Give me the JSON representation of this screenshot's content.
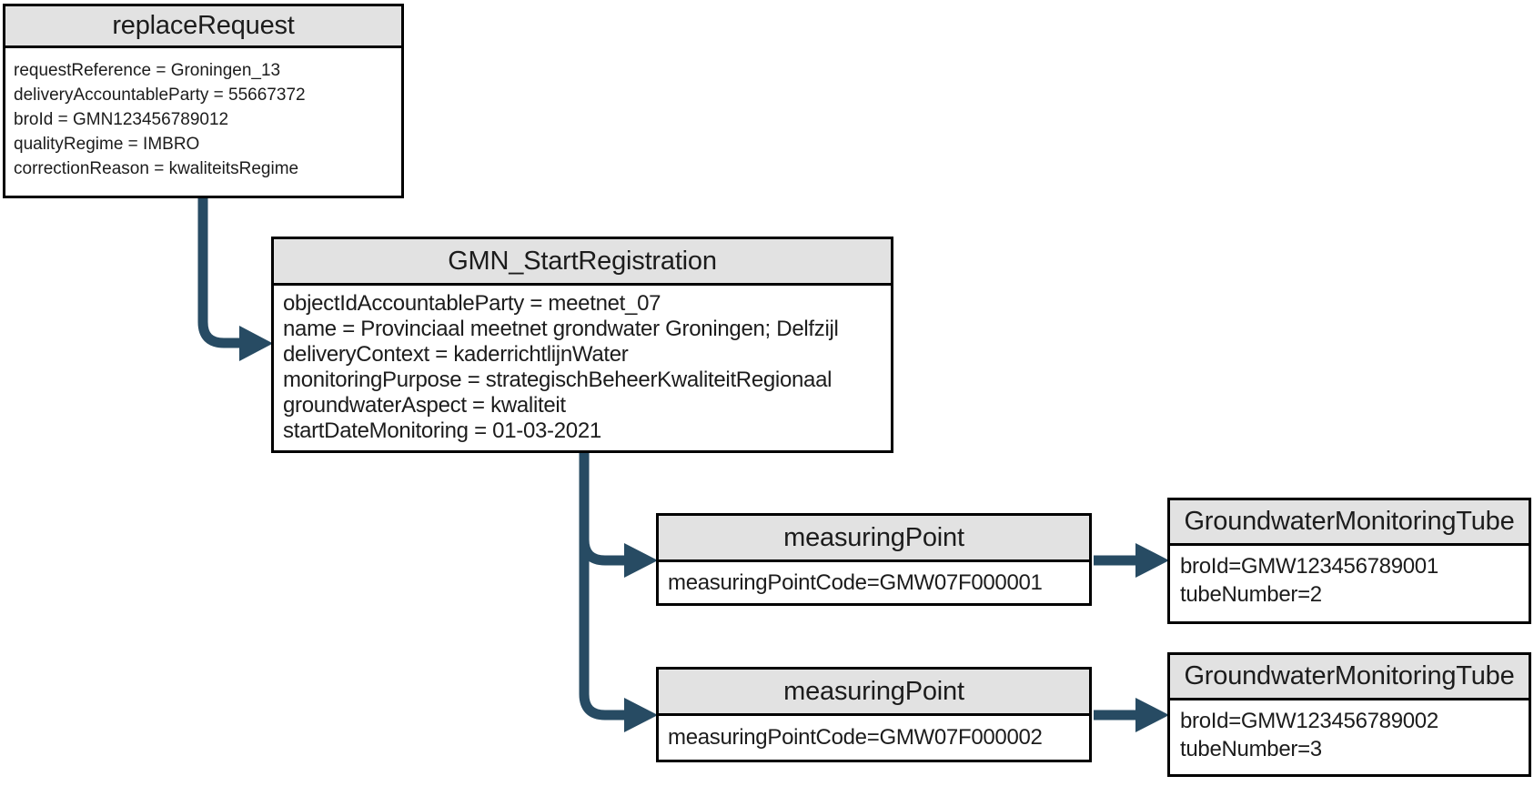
{
  "colors": {
    "background": "#FFFFFF",
    "node_border": "#000000",
    "node_header": "#E2E2E2",
    "text": "#1C1C1C",
    "arrow": "#274B63"
  },
  "nodes": {
    "replace_request": {
      "title": "replaceRequest",
      "attributes": [
        "requestReference = Groningen_13",
        "deliveryAccountableParty = 55667372",
        "broId = GMN123456789012",
        "qualityRegime = IMBRO",
        "correctionReason = kwaliteitsRegime"
      ]
    },
    "gmn_start_registration": {
      "title": "GMN_StartRegistration",
      "attributes": [
        "objectIdAccountableParty = meetnet_07",
        "name = Provinciaal meetnet grondwater Groningen; Delfzijl",
        "deliveryContext = kaderrichtlijnWater",
        "monitoringPurpose = strategischBeheerKwaliteitRegionaal",
        "groundwaterAspect = kwaliteit",
        "startDateMonitoring = 01-03-2021"
      ]
    },
    "measuring_point_1": {
      "title": "measuringPoint",
      "attributes": [
        "measuringPointCode=GMW07F000001"
      ]
    },
    "measuring_point_2": {
      "title": "measuringPoint",
      "attributes": [
        "measuringPointCode=GMW07F000002"
      ]
    },
    "groundwater_monitoring_tube_1": {
      "title": "GroundwaterMonitoringTube",
      "attributes": [
        "broId=GMW123456789001",
        "tubeNumber=2"
      ]
    },
    "groundwater_monitoring_tube_2": {
      "title": "GroundwaterMonitoringTube",
      "attributes": [
        "broId=GMW123456789002",
        "tubeNumber=3"
      ]
    }
  }
}
